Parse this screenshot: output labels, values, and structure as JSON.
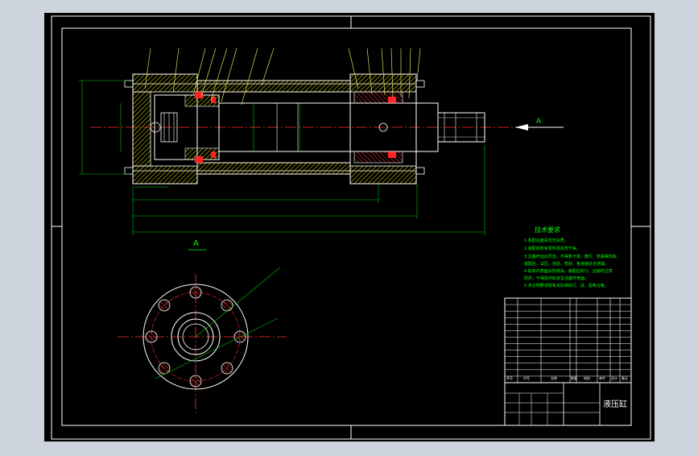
{
  "drawing": {
    "title_block_name": "液压缸",
    "view_label": "A",
    "section_arrow_label": "A"
  },
  "technical_requirements": {
    "heading": "技术要求",
    "lines": [
      "1.各配合面清洁无杂质。",
      "2.装配前所有零件须清洗干净。",
      "3.活塞杆运动灵活，不得有卡滞、爬行、泄漏等现象，",
      "装配后，试压、检验、密封、各连接处无泄漏。",
      "4.缸体内表面涂防锈油，装配后封口，运输时注意",
      "防护，不得损坏缸体及活塞杆表面。",
      "5.未注明要求按有关标准执行，试、验收合格。"
    ]
  },
  "parts_table": {
    "header": [
      "序号",
      "代号",
      "名称",
      "数量",
      "材料",
      "单件",
      "总计",
      "备注"
    ]
  },
  "colors": {
    "background": "#ced4dd",
    "sheet": "#000000",
    "outline": "#ffffff",
    "centerline": "#ff3030",
    "dimension": "#00cc00",
    "annotation": "#00ff00",
    "section_fill": "#ff2222",
    "hatch": "#ffff00",
    "leader": "#ffff66"
  }
}
